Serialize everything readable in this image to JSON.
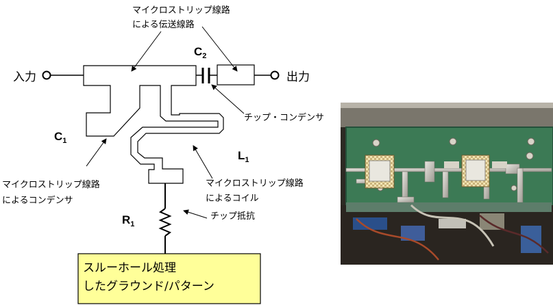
{
  "labels": {
    "input": "入力",
    "output": "出力",
    "microstrip_tx_line_1": "マイクロストリップ線路",
    "microstrip_tx_line_2": "による伝送線路",
    "chip_capacitor": "チップ・コンデンサ",
    "microstrip_cap_1": "マイクロストリップ線路",
    "microstrip_cap_2": "によるコンデンサ",
    "microstrip_coil_1": "マイクロストリップ線路",
    "microstrip_coil_2": "によるコイル",
    "chip_resistor": "チップ抵抗",
    "ground_1": "スルーホール処理",
    "ground_2": "したグラウンド/パターン"
  },
  "symbols": {
    "c1": "C",
    "c1_sub": "1",
    "c2": "C",
    "c2_sub": "2",
    "l1": "L",
    "l1_sub": "1",
    "r1": "R",
    "r1_sub": "1"
  },
  "colors": {
    "ground_box_fill": "#ffff99",
    "stroke": "#000000"
  },
  "photo": {
    "description_icon": "pcb-photo",
    "board_color": "#3c7a55"
  }
}
